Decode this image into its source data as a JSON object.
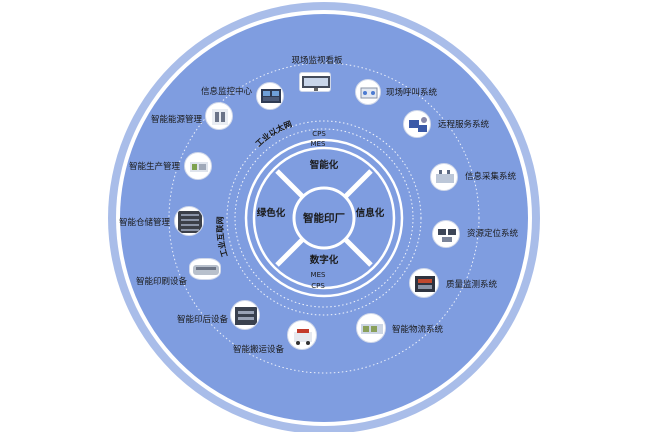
{
  "diagram": {
    "center": "智能印厂",
    "quadrants": {
      "top": "智能化",
      "left": "绿色化",
      "right": "信息化",
      "bottom": "数字化"
    },
    "inner_tags": {
      "top_cps": "CPS",
      "top_mes": "MES",
      "bottom_mes": "MES",
      "bottom_cps": "CPS"
    },
    "arc_labels": {
      "ethernet": "工业以太网",
      "internet": "工业互联网"
    },
    "nodes": [
      {
        "id": "top",
        "label": "现场监视看板",
        "icon": "monitor-board-icon"
      },
      {
        "id": "call",
        "label": "现场呼叫系统",
        "icon": "call-system-icon"
      },
      {
        "id": "remote",
        "label": "远程服务系统",
        "icon": "remote-service-icon"
      },
      {
        "id": "collect",
        "label": "信息采集系统",
        "icon": "data-collection-icon"
      },
      {
        "id": "locate",
        "label": "资源定位系统",
        "icon": "resource-locate-icon"
      },
      {
        "id": "quality",
        "label": "质量监测系统",
        "icon": "quality-monitor-icon"
      },
      {
        "id": "logistics",
        "label": "智能物流系统",
        "icon": "logistics-icon"
      },
      {
        "id": "handling",
        "label": "智能搬运设备",
        "icon": "handling-equipment-icon"
      },
      {
        "id": "postpress",
        "label": "智能印后设备",
        "icon": "postpress-equipment-icon"
      },
      {
        "id": "printing",
        "label": "智能印刷设备",
        "icon": "printing-equipment-icon"
      },
      {
        "id": "warehouse",
        "label": "智能仓储管理",
        "icon": "warehouse-icon"
      },
      {
        "id": "production",
        "label": "智能生产管理",
        "icon": "production-icon"
      },
      {
        "id": "energy",
        "label": "智能能源管理",
        "icon": "energy-icon"
      },
      {
        "id": "infocenter",
        "label": "信息监控中心",
        "icon": "monitor-center-icon"
      }
    ],
    "colors": {
      "ring_fill": "#7f9de0",
      "ring_outer": "#a9bde9",
      "ring_line": "#ffffff",
      "text": "#1a1a1a"
    }
  }
}
